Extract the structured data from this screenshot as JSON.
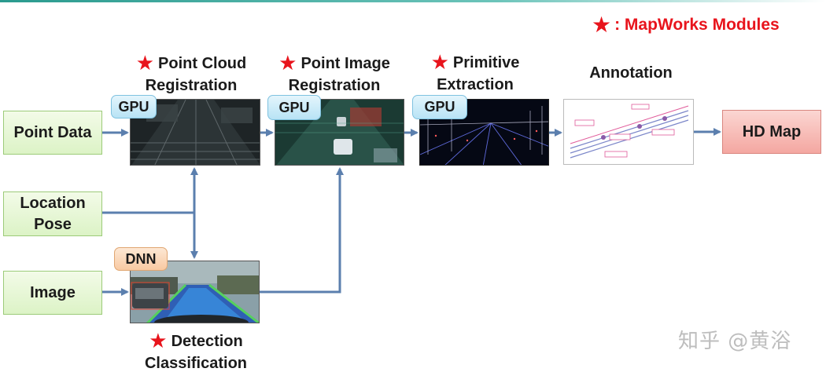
{
  "legend": {
    "star": "★",
    "text": ": MapWorks Modules",
    "star_color": "#e8141c"
  },
  "inputs": {
    "point_data": "Point Data",
    "location_pose": "Location\nPose",
    "image": "Image"
  },
  "stages": {
    "point_cloud_registration": {
      "title": "Point Cloud\nRegistration",
      "badge": "GPU",
      "module": true
    },
    "point_image_registration": {
      "title": "Point Image\nRegistration",
      "badge": "GPU",
      "module": true
    },
    "primitive_extraction": {
      "title": "Primitive\nExtraction",
      "badge": "GPU",
      "module": true
    },
    "annotation": {
      "title": "Annotation",
      "module": false
    },
    "detection_classification": {
      "title": "Detection\nClassification",
      "badge": "DNN",
      "module": true
    }
  },
  "output": {
    "hd_map": "HD Map"
  },
  "watermark": "知乎 @黄浴",
  "colors": {
    "arrow": "#5b7fae",
    "input_fill": "#dcf3c6",
    "output_fill": "#f4a7a1",
    "gpu_fill": "#b8e3f5",
    "dnn_fill": "#f8c9a2"
  }
}
